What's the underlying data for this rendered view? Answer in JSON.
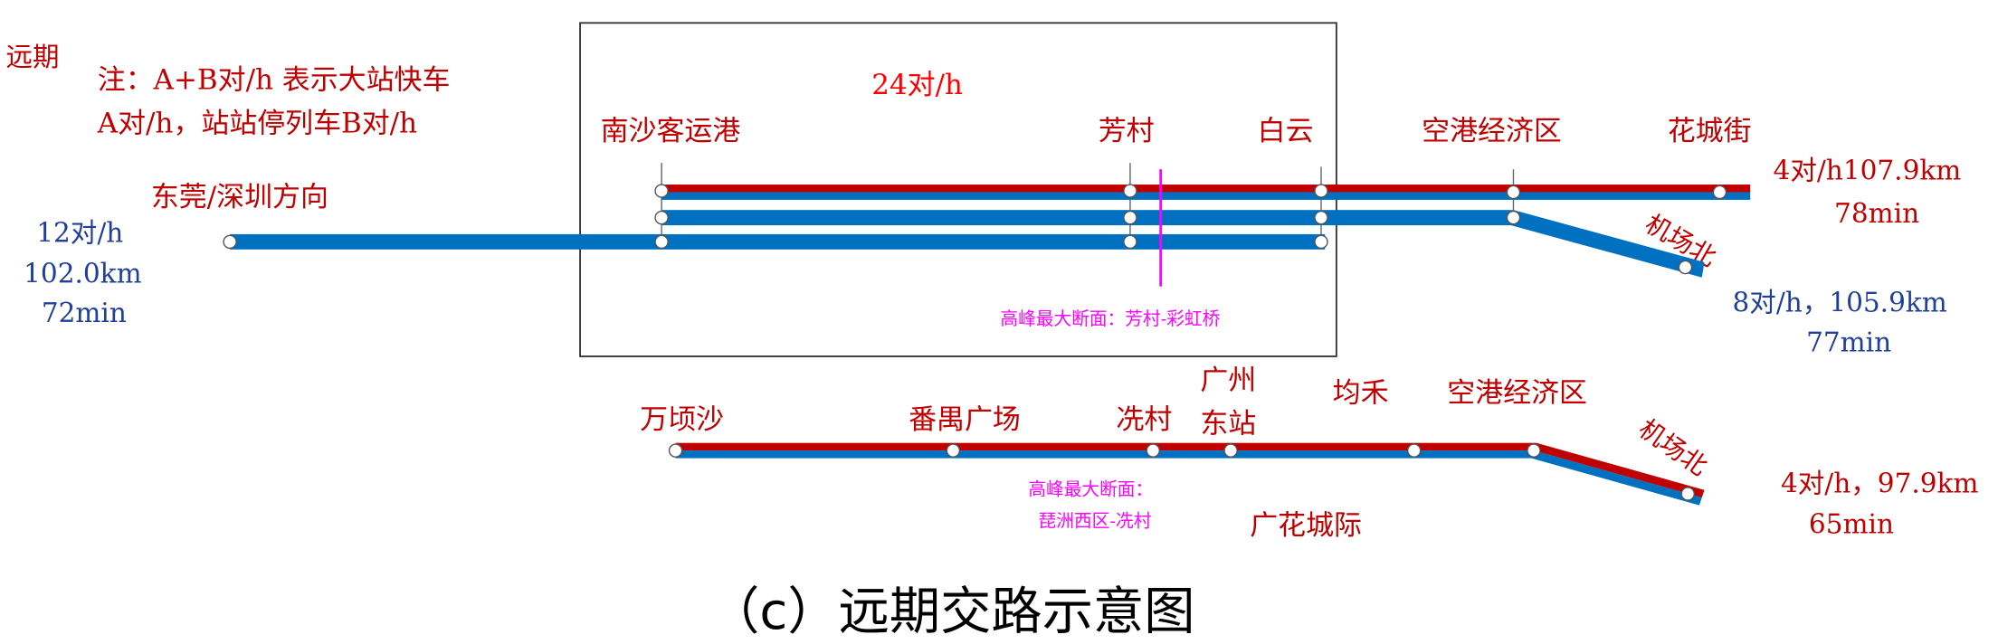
{
  "colors": {
    "red_line": "#C00000",
    "blue_line": "#0070C0",
    "peak_marker": "#FF00FF",
    "blue_text": "#1F3F9A"
  },
  "period_label": "远期",
  "note": {
    "line1": "注：A+B对/h 表示大站快车",
    "line2": "A对/h，站站停列车B对/h"
  },
  "upper": {
    "core_frequency": "24对/h",
    "direction_label": "东莞/深圳方向",
    "west_service": {
      "frequency": "12对/h",
      "distance": "102.0km",
      "time": "72min"
    },
    "stations": [
      "南沙客运港",
      "芳村",
      "白云",
      "空港经济区",
      "花城街",
      "机场北"
    ],
    "east_service_huachengjie": {
      "frequency_distance": "4对/h107.9km",
      "time": "78min"
    },
    "east_service_airport": {
      "frequency_distance": "8对/h，105.9km",
      "time": "77min"
    },
    "peak_section": "高峰最大断面：芳村-彩虹桥"
  },
  "lower": {
    "stations": [
      "万顷沙",
      "番禺广场",
      "冼村",
      "广州",
      "东站",
      "均禾",
      "空港经济区",
      "机场北"
    ],
    "service": {
      "frequency_distance": "4对/h，97.9km",
      "time": "65min"
    },
    "peak_section_line1": "高峰最大断面：",
    "peak_section_line2": "琵洲西区-冼村",
    "line_name": "广花城际"
  },
  "caption": "（c）远期交路示意图"
}
